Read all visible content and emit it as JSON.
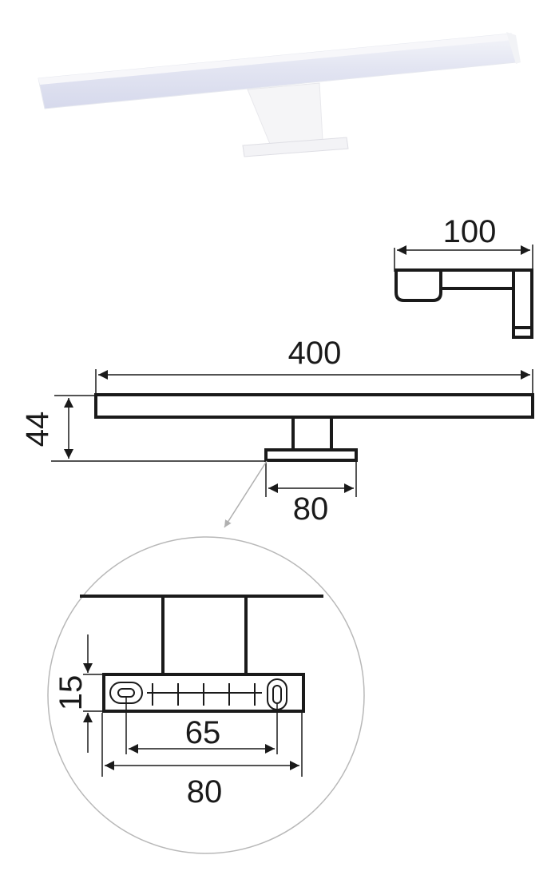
{
  "figure": {
    "title": "LED mirror lamp dimension drawing",
    "colors": {
      "line": "#1a1a1a",
      "leader": "#b0b0b0",
      "circle": "#b8b8b8",
      "lamp_body": "#eef0f6",
      "lamp_diffuser": "#dcdff0"
    }
  },
  "product_photo": {
    "label": "LED bar lamp with mounting bracket"
  },
  "side_view": {
    "width_label": "100"
  },
  "front_view": {
    "length_label": "400",
    "height_label": "44",
    "bracket_width_label": "80"
  },
  "detail_view": {
    "height_label": "15",
    "hole_spacing_label": "65",
    "plate_width_label": "80"
  }
}
